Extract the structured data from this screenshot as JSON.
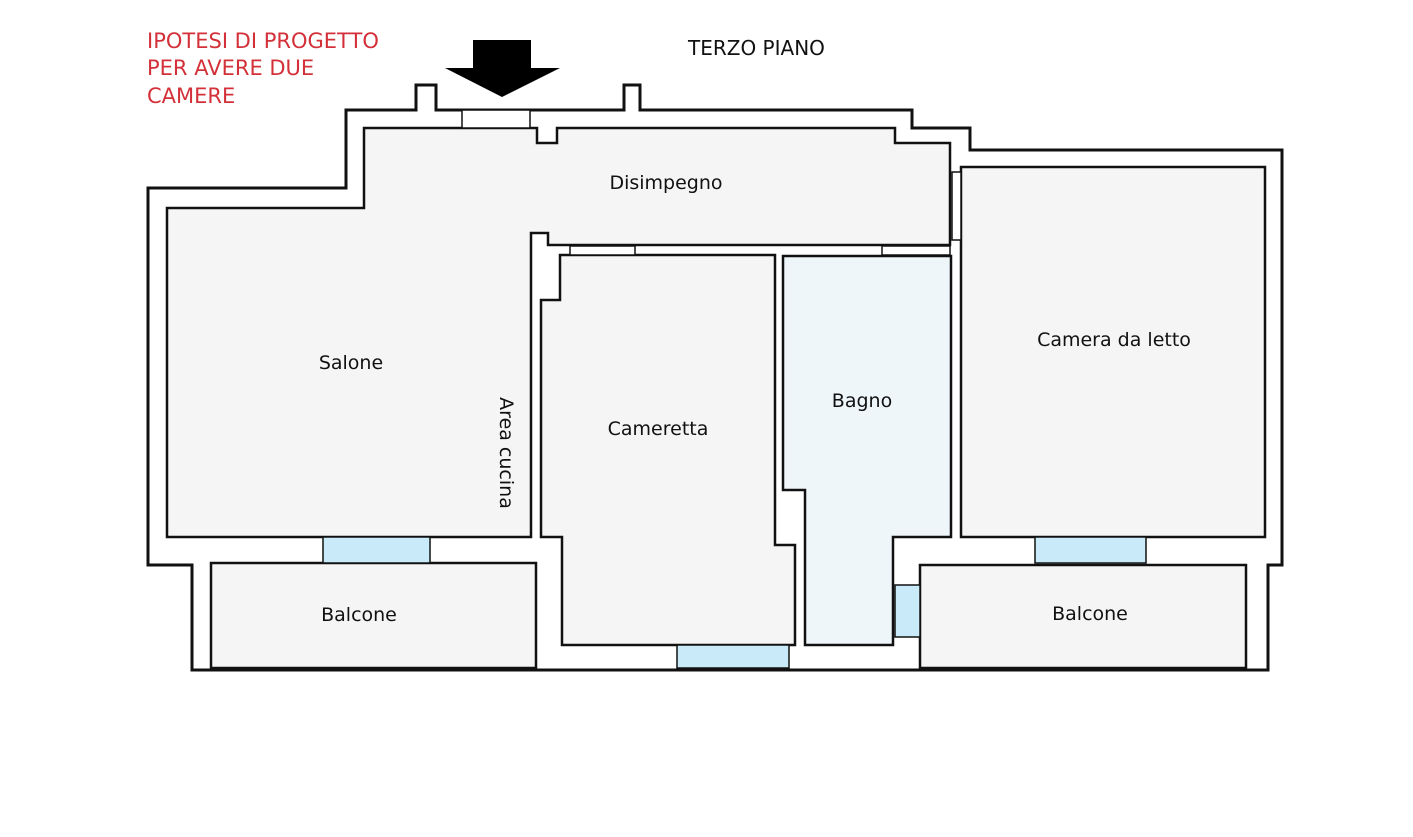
{
  "annotation": {
    "lines": [
      "IPOTESI DI PROGETTO",
      "PER AVERE DUE",
      "CAMERE"
    ],
    "color": "#d33039"
  },
  "floor_title": "TERZO PIANO",
  "entrance_marker": "arrow-down-icon",
  "rooms": {
    "disimpegno": "Disimpegno",
    "salone": "Salone",
    "area_cucina": "Area cucina",
    "cameretta": "Cameretta",
    "bagno": "Bagno",
    "camera": "Camera da letto",
    "balcone_left": "Balcone",
    "balcone_right": "Balcone"
  }
}
